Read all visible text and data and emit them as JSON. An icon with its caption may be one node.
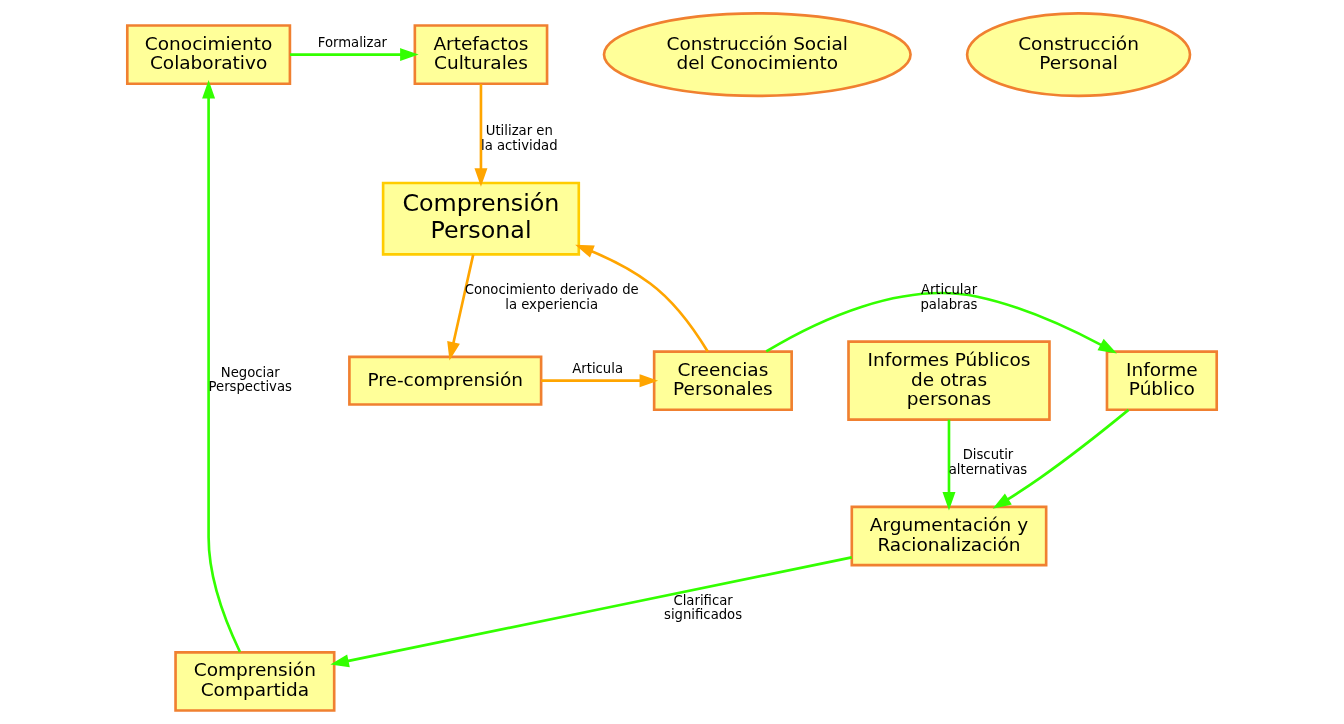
{
  "diagram": {
    "nodes": [
      {
        "text": [
          "Artefactos Culturales"
        ]
      },
      {
        "text": [
          "Conocimiento Colaborativo"
        ]
      },
      {
        "text": [
          "Comprensión Personal"
        ]
      },
      {
        "text": [
          "Comprensión Compartida"
        ]
      },
      {
        "text": [
          "Construcción Social del Conocimiento"
        ]
      },
      {
        "text": [
          "Argumentación y Racionalización"
        ]
      },
      {
        "text": [
          "Construcción Personal"
        ]
      },
      {
        "text": [
          "Pre-comprensión"
        ]
      },
      {
        "text": [
          "Creencias Personales"
        ]
      },
      {
        "text": [
          "Informe Público"
        ]
      },
      {
        "text": [
          "Informes Públicos de otras personas"
        ]
      }
    ],
    "edges": [
      {
        "from": 1,
        "to": 0,
        "arrow": "to",
        "label": "Formalizar"
      },
      {
        "from": 0,
        "to": 2,
        "arrow": "to",
        "label": "Utilizar en la actividad",
        "color": "#ffa500"
      },
      {
        "from": 3,
        "to": 1,
        "arrow": "to",
        "label": "Negociar Perspectivas"
      },
      {
        "from": 5,
        "to": 3,
        "arrow": "to",
        "label": "Clarificar significados"
      },
      {
        "from": 2,
        "to": 7,
        "arrow": "to",
        "label": "Conocimiento derivado de la experiencia",
        "color": "#ffa500"
      },
      {
        "from": 8,
        "to": 2,
        "arrow": "to",
        "color": "#ffa500"
      },
      {
        "from": 7,
        "to": 8,
        "arrow": "to",
        "label": "Articula",
        "color": "#ffa500"
      },
      {
        "from": 8,
        "to": 9,
        "arrow": "to",
        "label": "Articular palabras"
      },
      {
        "from": 9,
        "to": 5,
        "arrow": "to"
      },
      {
        "from": 10,
        "to": 5,
        "arrow": "to",
        "label": "Discutir alternativas"
      }
    ]
  }
}
